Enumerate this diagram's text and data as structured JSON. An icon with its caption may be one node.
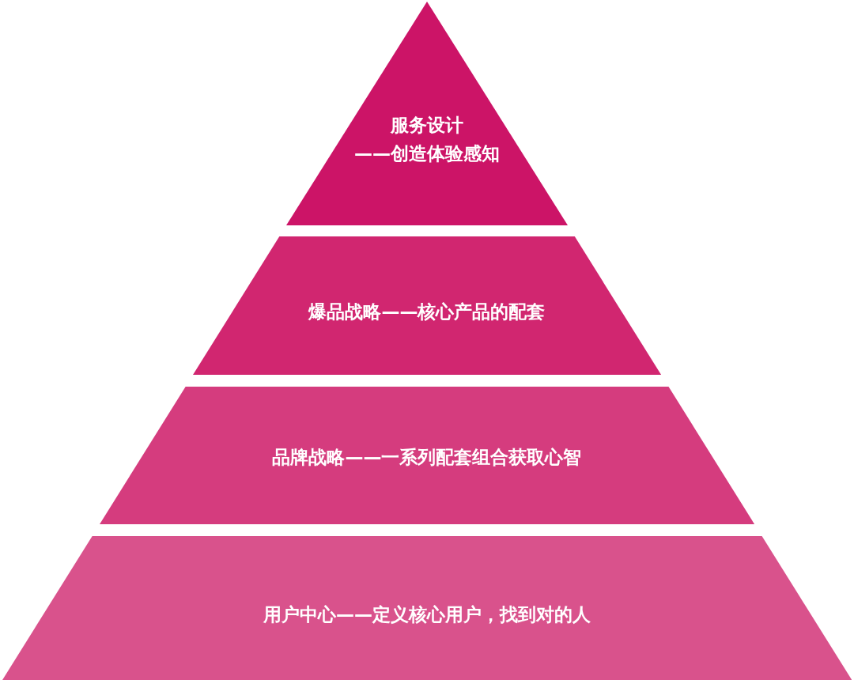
{
  "diagram": {
    "nodes": [
      {
        "text": [
          "服务设计",
          "——创造体验感知"
        ]
      },
      {
        "text": [
          "爆品战略——核心产品的配套"
        ]
      },
      {
        "text": [
          "品牌战略——一系列配套组合获取心智"
        ]
      },
      {
        "text": [
          "用户中心——定义核心用户，找到对的人"
        ]
      }
    ]
  }
}
